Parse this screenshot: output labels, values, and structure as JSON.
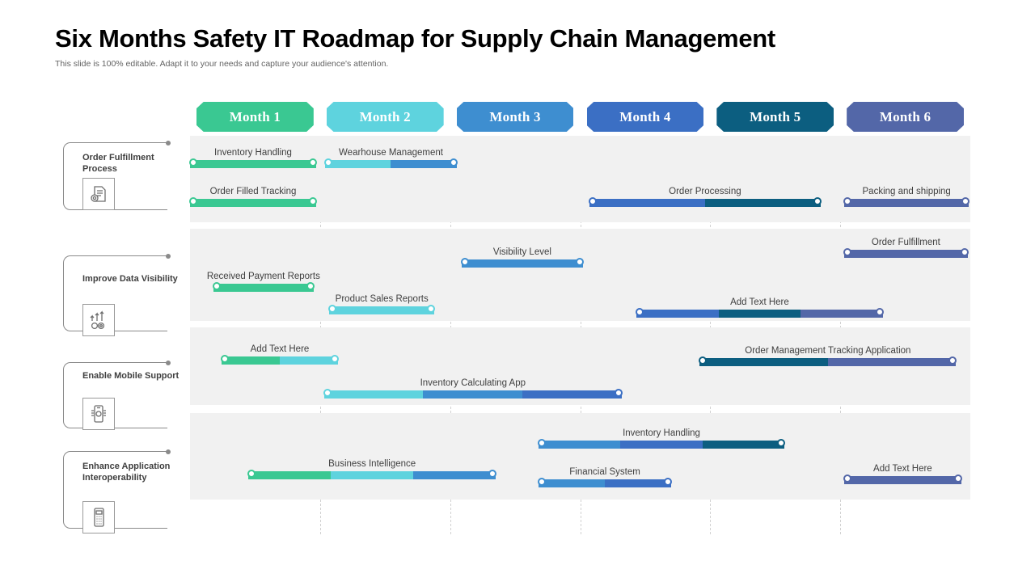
{
  "header": {
    "title": "Six Months Safety IT Roadmap for Supply Chain Management",
    "subtitle": "This slide is 100% editable. Adapt it to your needs and capture your audience's attention."
  },
  "colors": {
    "month1": "#3ac892",
    "month2": "#5ed3de",
    "month3": "#3e8ed0",
    "month4": "#3b6fc4",
    "month5": "#0c5e80",
    "month6": "#5367a8",
    "band": "#f1f1f1",
    "grid": "#c9c9c9",
    "text": "#3f3f3f"
  },
  "months": [
    {
      "label": "Month 1",
      "color": "#3ac892"
    },
    {
      "label": "Month 2",
      "color": "#5ed3de"
    },
    {
      "label": "Month 3",
      "color": "#3e8ed0"
    },
    {
      "label": "Month 4",
      "color": "#3b6fc4"
    },
    {
      "label": "Month 5",
      "color": "#0c5e80"
    },
    {
      "label": "Month 6",
      "color": "#5367a8"
    }
  ],
  "sidebar": {
    "items": [
      {
        "label": "Order Fulfillment Process",
        "icon": "document-gear-icon"
      },
      {
        "label": "Improve Data Visibility",
        "icon": "arrows-gears-icon"
      },
      {
        "label": "Enable Mobile Support",
        "icon": "mobile-settings-icon"
      },
      {
        "label": "Enhance Application Interoperability",
        "icon": "calculator-icon"
      }
    ]
  },
  "chart_data": {
    "type": "bar",
    "title": "Six Months Safety IT Roadmap for Supply Chain Management",
    "xlabel": "",
    "ylabel": "",
    "categories": [
      "Month 1",
      "Month 2",
      "Month 3",
      "Month 4",
      "Month 5",
      "Month 6"
    ],
    "grid": true,
    "legend": "none",
    "rows": [
      {
        "name": "Order Fulfillment Process",
        "tasks": [
          {
            "label": "Inventory  Handling",
            "start": 0.0,
            "end": 0.97,
            "segments": [
              "#3ac892"
            ],
            "label_align": "center"
          },
          {
            "label": "Wearhouse Management",
            "start": 1.04,
            "end": 2.05,
            "segments": [
              "#5ed3de",
              "#3e8ed0"
            ],
            "label_align": "center"
          },
          {
            "label": "Order  Filled Tracking",
            "start": 0.0,
            "end": 0.97,
            "segments": [
              "#3ac892"
            ],
            "label_align": "center"
          },
          {
            "label": "Order  Processing",
            "start": 3.07,
            "end": 4.85,
            "segments": [
              "#3b6fc4",
              "#0c5e80"
            ],
            "label_align": "center"
          },
          {
            "label": "Packing and shipping",
            "start": 5.03,
            "end": 5.99,
            "segments": [
              "#5367a8"
            ],
            "label_align": "center"
          }
        ]
      },
      {
        "name": "Improve Data Visibility",
        "tasks": [
          {
            "label": "Received  Payment Reports",
            "start": 0.18,
            "end": 0.95,
            "segments": [
              "#3ac892"
            ],
            "label_align": "center"
          },
          {
            "label": "Product Sales Reports",
            "start": 1.07,
            "end": 1.88,
            "segments": [
              "#5ed3de"
            ],
            "label_align": "center"
          },
          {
            "label": "Visibility Level",
            "start": 2.09,
            "end": 3.02,
            "segments": [
              "#3e8ed0"
            ],
            "label_align": "center"
          },
          {
            "label": "Order  Fulfillment",
            "start": 5.03,
            "end": 5.98,
            "segments": [
              "#5367a8"
            ],
            "label_align": "center"
          },
          {
            "label": "Add Text Here",
            "start": 3.43,
            "end": 5.33,
            "segments": [
              "#3b6fc4",
              "#0c5e80",
              "#5367a8"
            ],
            "label_align": "center"
          }
        ]
      },
      {
        "name": "Enable Mobile Support",
        "tasks": [
          {
            "label": "Add Text Here",
            "start": 0.24,
            "end": 1.14,
            "segments": [
              "#3ac892",
              "#5ed3de"
            ],
            "label_align": "center"
          },
          {
            "label": "Inventory  Calculating App",
            "start": 1.03,
            "end": 3.32,
            "segments": [
              "#5ed3de",
              "#3e8ed0",
              "#3b6fc4"
            ],
            "label_align": "center"
          },
          {
            "label": "Order  Management  Tracking Application",
            "start": 3.92,
            "end": 5.89,
            "segments": [
              "#0c5e80",
              "#5367a8"
            ],
            "label_align": "center"
          }
        ]
      },
      {
        "name": "Enhance Application Interoperability",
        "tasks": [
          {
            "label": "Business Intelligence",
            "start": 0.45,
            "end": 2.35,
            "segments": [
              "#3ac892",
              "#5ed3de",
              "#3e8ed0"
            ],
            "label_align": "center"
          },
          {
            "label": "Inventory  Handling",
            "start": 2.68,
            "end": 4.57,
            "segments": [
              "#3e8ed0",
              "#3b6fc4",
              "#0c5e80"
            ],
            "label_align": "center"
          },
          {
            "label": "Financial System",
            "start": 2.68,
            "end": 3.7,
            "segments": [
              "#3e8ed0",
              "#3b6fc4"
            ],
            "label_align": "center"
          },
          {
            "label": "Add Text Here",
            "start": 5.03,
            "end": 5.93,
            "segments": [
              "#5367a8"
            ],
            "label_align": "center"
          }
        ]
      }
    ]
  }
}
